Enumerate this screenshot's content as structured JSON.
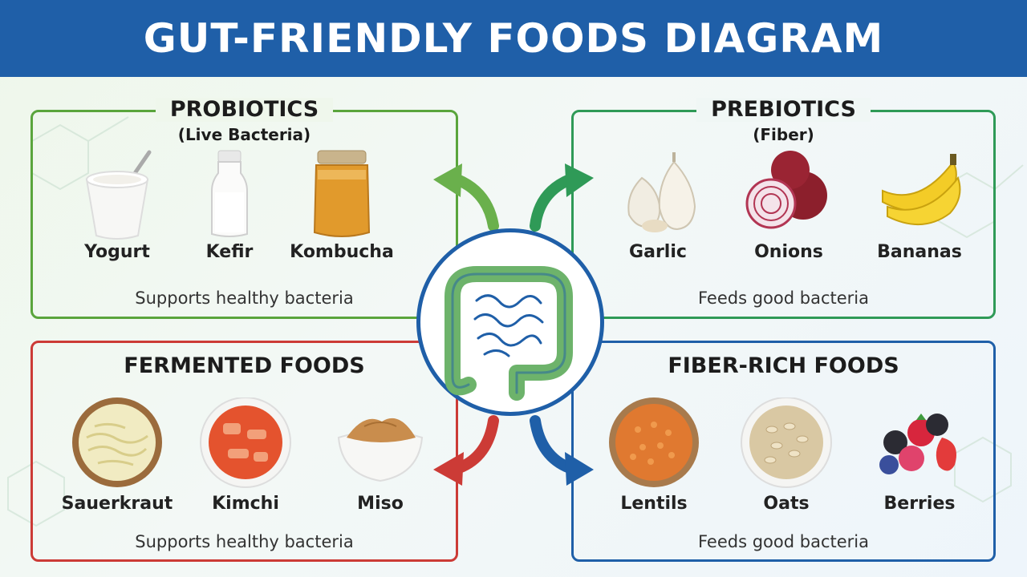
{
  "title": "GUT-FRIENDLY FOODS DIAGRAM",
  "center_icon": "intestine-icon",
  "panels": {
    "probiotics": {
      "title": "PROBIOTICS",
      "subtitle": "(Live Bacteria)",
      "color": "#5aa53c",
      "items": [
        {
          "label": "Yogurt",
          "icon": "yogurt-icon"
        },
        {
          "label": "Kefir",
          "icon": "kefir-bottle-icon"
        },
        {
          "label": "Kombucha",
          "icon": "kombucha-jar-icon"
        }
      ],
      "caption": "Supports healthy bacteria"
    },
    "prebiotics": {
      "title": "PREBIOTICS",
      "subtitle": "(Fiber)",
      "color": "#2f9a57",
      "items": [
        {
          "label": "Garlic",
          "icon": "garlic-icon"
        },
        {
          "label": "Onions",
          "icon": "onion-icon"
        },
        {
          "label": "Bananas",
          "icon": "banana-icon"
        }
      ],
      "caption": "Feeds good bacteria"
    },
    "fermented": {
      "title": "FERMENTED FOODS",
      "color": "#cc3b36",
      "items": [
        {
          "label": "Sauerkraut",
          "icon": "sauerkraut-bowl-icon"
        },
        {
          "label": "Kimchi",
          "icon": "kimchi-bowl-icon"
        },
        {
          "label": "Miso",
          "icon": "miso-bowl-icon"
        }
      ],
      "caption": "Supports healthy bacteria"
    },
    "fiber": {
      "title": "FIBER-RICH FOODS",
      "color": "#1f5fa8",
      "items": [
        {
          "label": "Lentils",
          "icon": "lentils-bowl-icon"
        },
        {
          "label": "Oats",
          "icon": "oats-bowl-icon"
        },
        {
          "label": "Berries",
          "icon": "berries-icon"
        }
      ],
      "caption": "Feeds good bacteria"
    }
  }
}
